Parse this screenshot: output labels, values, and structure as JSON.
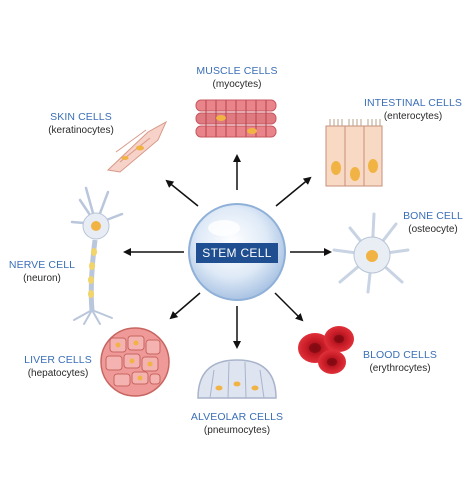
{
  "center": {
    "label": "STEM CELL"
  },
  "cells": {
    "muscle": {
      "title": "MUSCLE CELLS",
      "subtitle": "(myocytes)"
    },
    "intestinal": {
      "title": "INTESTINAL CELLS",
      "subtitle": "(enterocytes)"
    },
    "skin": {
      "title": "SKIN CELLS",
      "subtitle": "(keratinocytes)"
    },
    "bone": {
      "title": "BONE CELL",
      "subtitle": "(osteocyte)"
    },
    "nerve": {
      "title": "NERVE CELL",
      "subtitle": "(neuron)"
    },
    "liver": {
      "title": "LIVER CELLS",
      "subtitle": "(hepatocytes)"
    },
    "blood": {
      "title": "BLOOD CELLS",
      "subtitle": "(erythrocytes)"
    },
    "alveolar": {
      "title": "ALVEOLAR CELLS",
      "subtitle": "(pneumocytes)"
    }
  },
  "colors": {
    "label_title": "#3b6fb6",
    "stem_label_bg": "#1f4f91",
    "arrow": "#111111"
  }
}
